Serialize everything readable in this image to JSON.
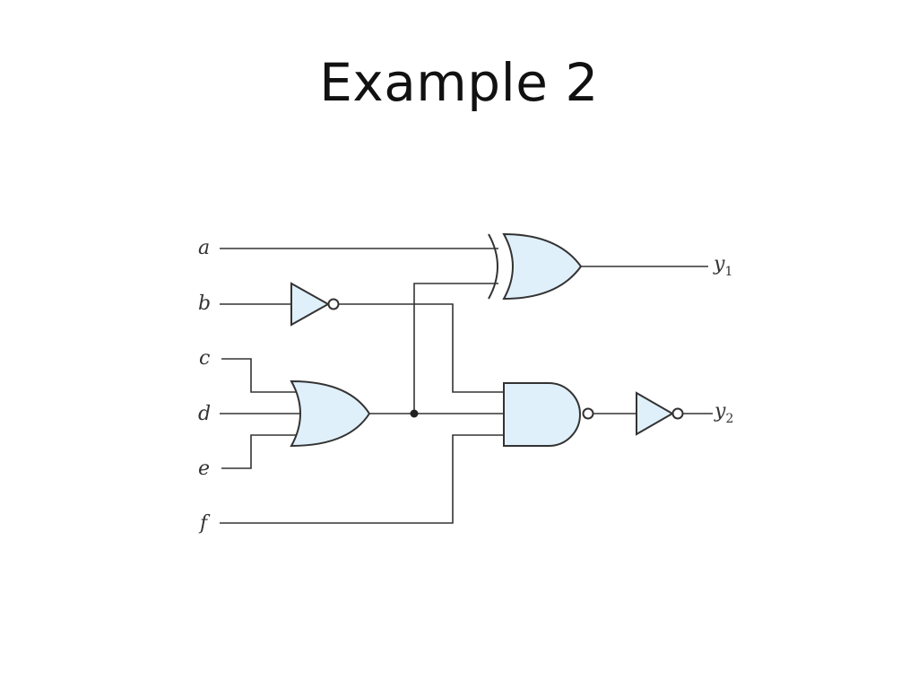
{
  "title": "Example 2",
  "colors": {
    "gate_fill": "#e0f0fa",
    "stroke": "#333333",
    "background": "#ffffff"
  },
  "inputs": [
    "a",
    "b",
    "c",
    "d",
    "e",
    "f"
  ],
  "outputs": [
    {
      "name": "y",
      "sub": "1"
    },
    {
      "name": "y",
      "sub": "2"
    }
  ],
  "gates": [
    "not-gate-b",
    "or-gate-cde",
    "xor-gate-y1",
    "nand-gate",
    "not-gate-y2"
  ]
}
